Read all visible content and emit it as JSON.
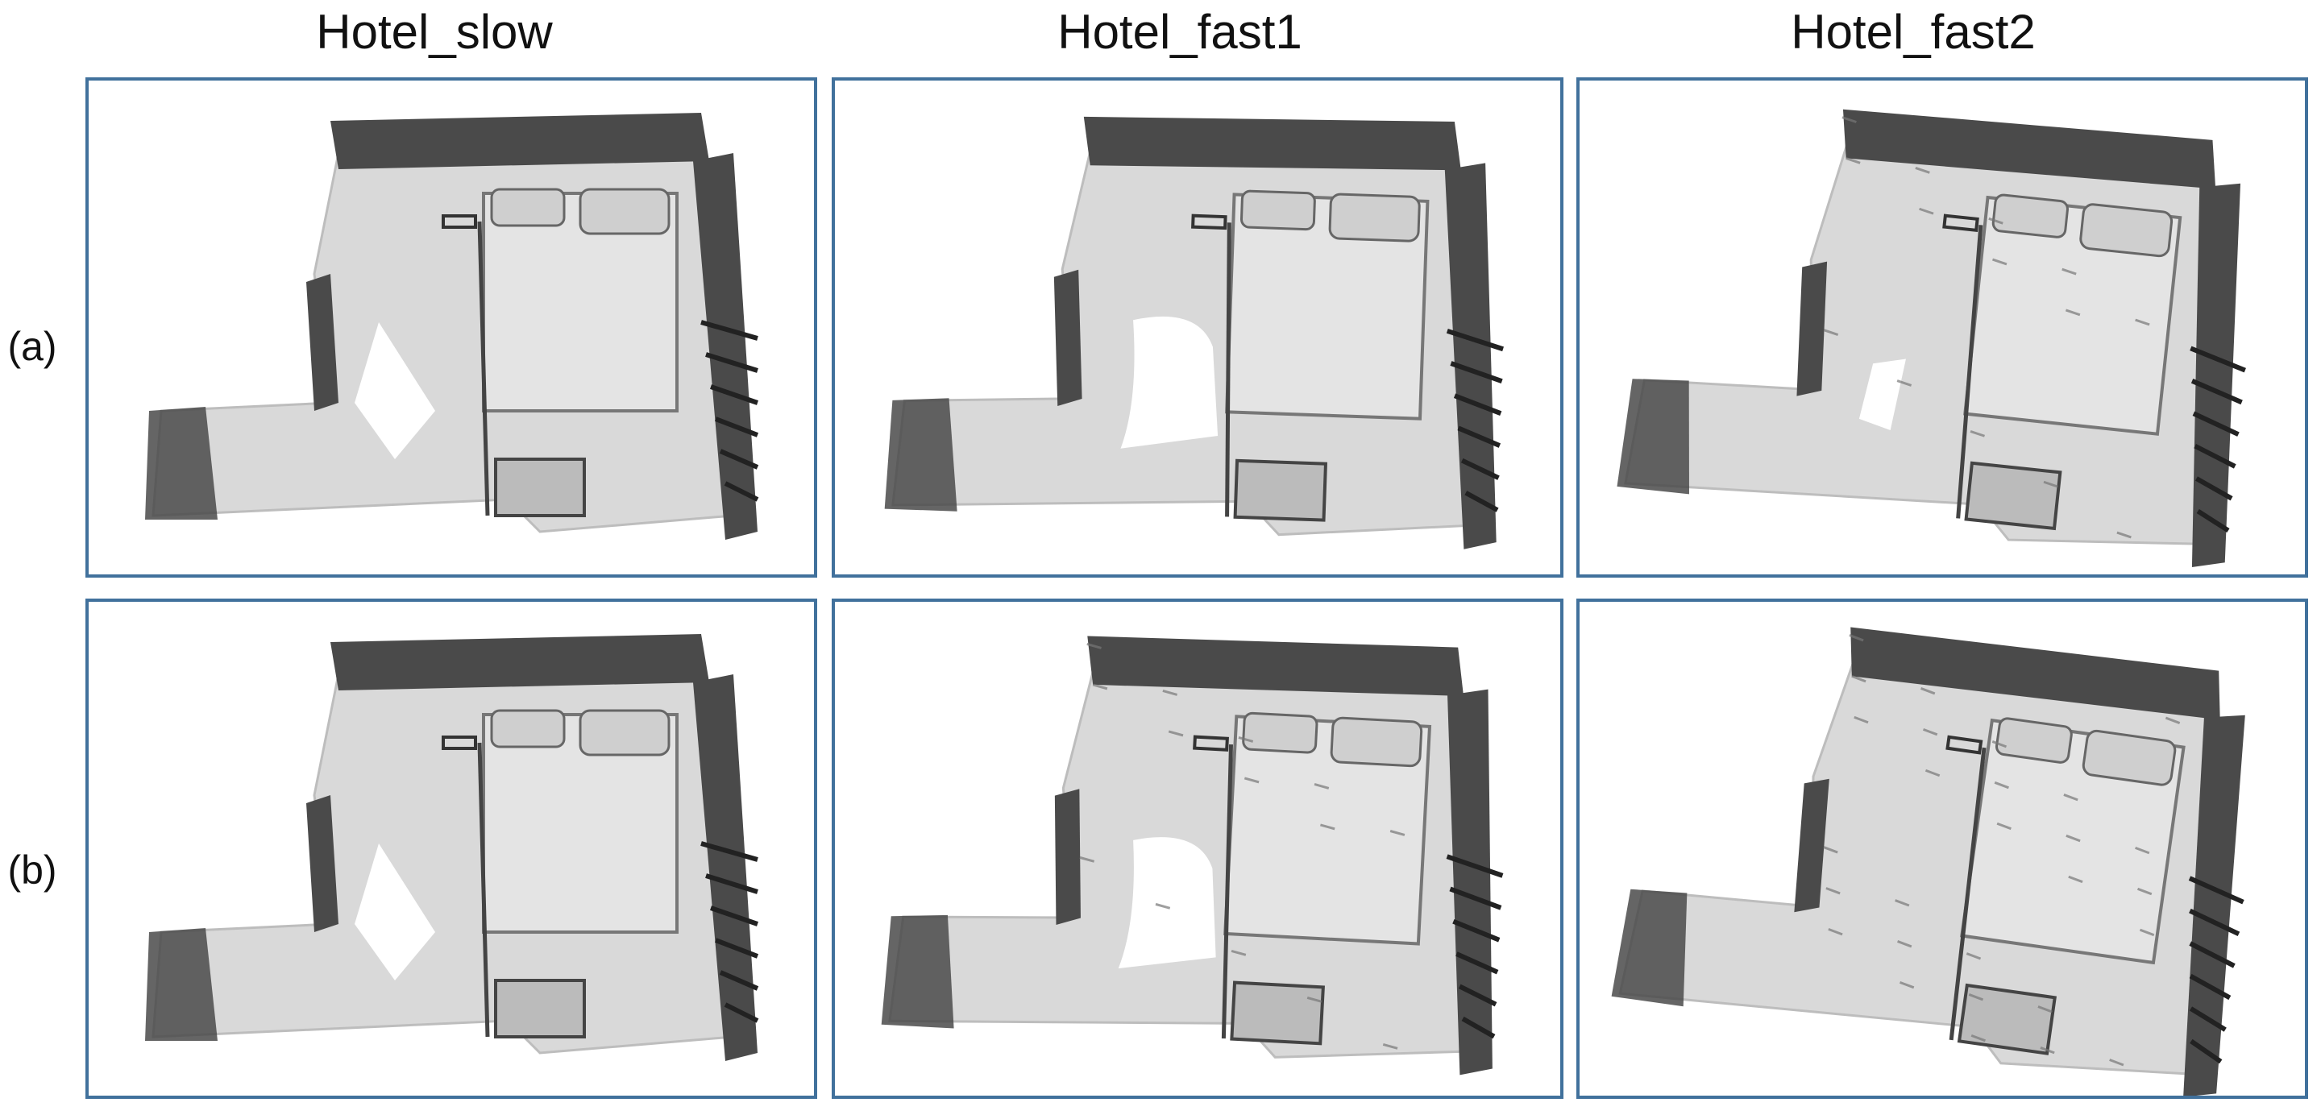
{
  "columns": [
    {
      "title": "Hotel_slow"
    },
    {
      "title": "Hotel_fast1"
    },
    {
      "title": "Hotel_fast2"
    }
  ],
  "rows": [
    {
      "label": "(a)"
    },
    {
      "label": "(b)"
    }
  ],
  "colors": {
    "panel_border": "#41719c",
    "floor": "#d9d9d9",
    "wall_dark": "#4a4a4a",
    "hole": "#ffffff"
  }
}
